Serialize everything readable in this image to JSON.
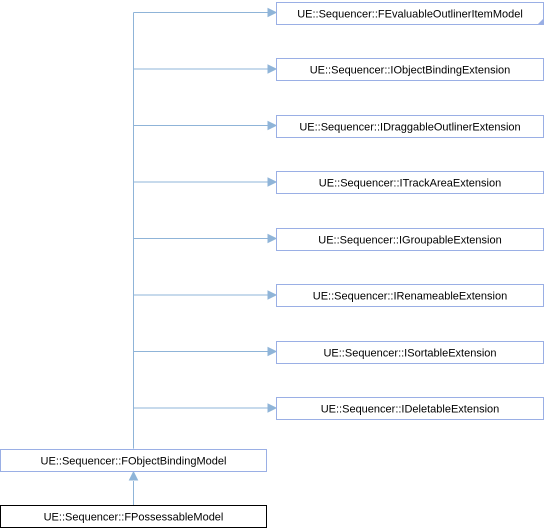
{
  "diagram": {
    "title": "",
    "colors": {
      "node_border": "#9aafe5",
      "current_node_border": "#000000",
      "edge": "#8fb4d8",
      "background": "#ffffff"
    },
    "base_classes": [
      {
        "label": "UE::Sequencer::FEvaluableOutlinerItemModel",
        "has_more_marker": true
      },
      {
        "label": "UE::Sequencer::IObjectBindingExtension",
        "has_more_marker": false
      },
      {
        "label": "UE::Sequencer::IDraggableOutlinerExtension",
        "has_more_marker": false
      },
      {
        "label": "UE::Sequencer::ITrackAreaExtension",
        "has_more_marker": false
      },
      {
        "label": "UE::Sequencer::IGroupableExtension",
        "has_more_marker": false
      },
      {
        "label": "UE::Sequencer::IRenameableExtension",
        "has_more_marker": false
      },
      {
        "label": "UE::Sequencer::ISortableExtension",
        "has_more_marker": false
      },
      {
        "label": "UE::Sequencer::IDeletableExtension",
        "has_more_marker": false
      }
    ],
    "parent_class": {
      "label": "UE::Sequencer::FObjectBindingModel"
    },
    "current_class": {
      "label": "UE::Sequencer::FPossessableModel"
    }
  }
}
